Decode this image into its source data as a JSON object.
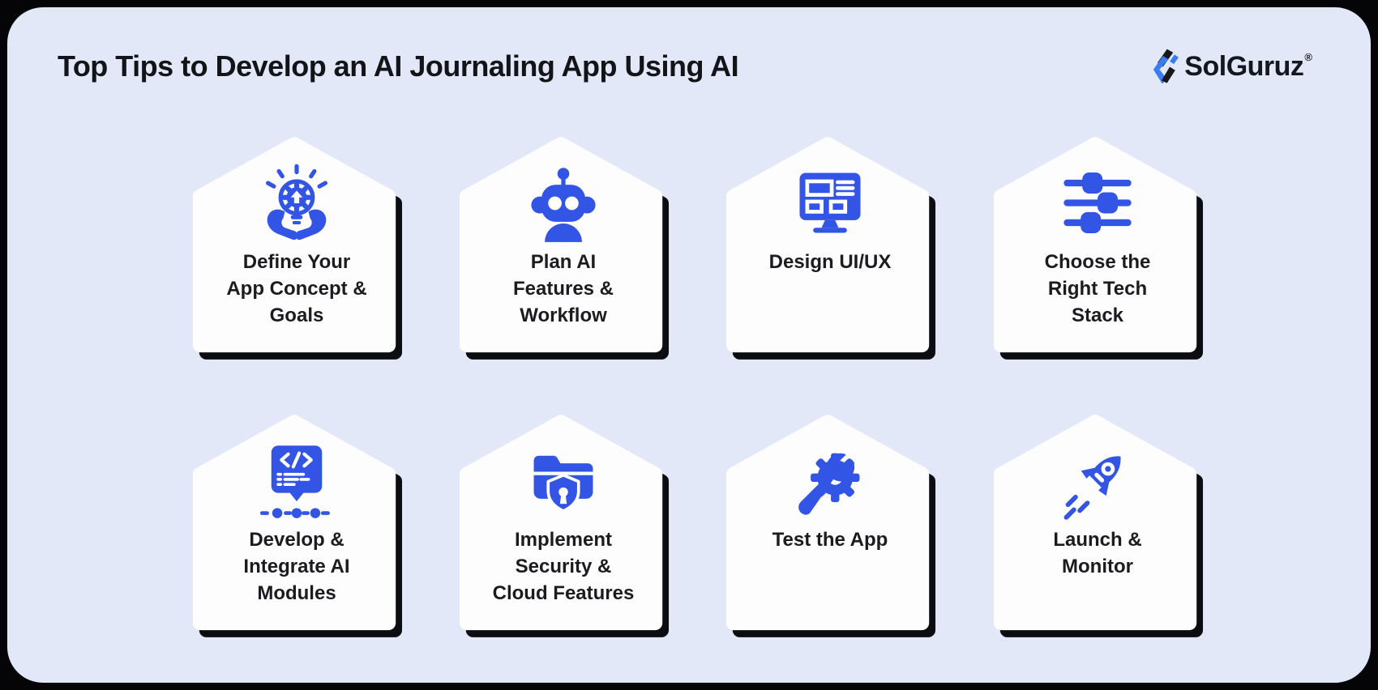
{
  "page": {
    "title": "Top Tips to Develop an AI Journaling App Using AI"
  },
  "brand": {
    "name": "SolGuruz",
    "registered": "®",
    "mark_icon": "solguruz-bolt-icon",
    "mark_colors": {
      "black": "#16181c",
      "blue": "#3b7df0"
    }
  },
  "colors": {
    "outer_background": "#050507",
    "panel_background": "#e3e8f9",
    "card_background": "#fdfdfe",
    "card_shadow": "#0c0d10",
    "icon_accent": "#3355e5",
    "title_text": "#131417",
    "label_text": "#1b1c20"
  },
  "cards": [
    {
      "id": 1,
      "icon": "hands-idea-gear-icon",
      "label": "Define Your\nApp Concept &\nGoals"
    },
    {
      "id": 2,
      "icon": "robot-icon",
      "label": "Plan AI\nFeatures &\nWorkflow"
    },
    {
      "id": 3,
      "icon": "monitor-wireframe-icon",
      "label": "Design UI/UX"
    },
    {
      "id": 4,
      "icon": "sliders-icon",
      "label": "Choose the\nRight Tech\nStack"
    },
    {
      "id": 5,
      "icon": "code-module-icon",
      "label": "Develop &\nIntegrate AI\nModules"
    },
    {
      "id": 6,
      "icon": "secure-folder-icon",
      "label": "Implement\nSecurity &\nCloud Features"
    },
    {
      "id": 7,
      "icon": "gear-wrench-icon",
      "label": "Test the App"
    },
    {
      "id": 8,
      "icon": "rocket-icon",
      "label": "Launch &\nMonitor"
    }
  ]
}
